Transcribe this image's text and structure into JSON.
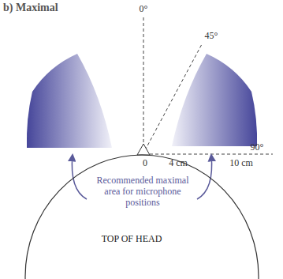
{
  "diagram": {
    "title": "b) Maximal",
    "nodes": [
      {
        "text": [
          "Recommended maximal area for microphone positions",
          "TOP OF HEAD"
        ]
      }
    ],
    "labels": [
      "0°",
      "45°",
      "90°",
      "0",
      "4 cm",
      "10 cm"
    ]
  }
}
